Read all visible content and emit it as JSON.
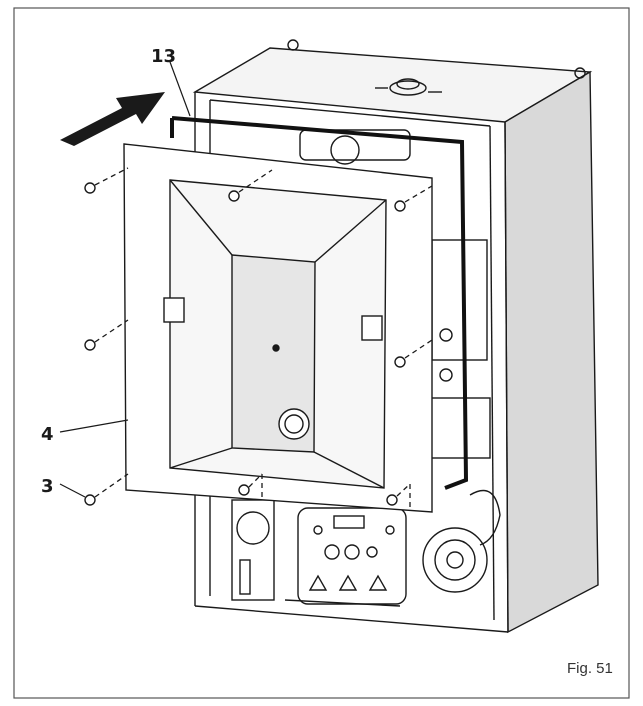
{
  "callouts": {
    "part_13": "13",
    "part_4": "4",
    "part_3": "3"
  },
  "caption": "Fig. 51",
  "colors": {
    "line": "#1a1a1a",
    "panel_shade": "#e6e6e6",
    "side_shade": "#d9d9d9",
    "arrow": "#1a1a1a"
  }
}
